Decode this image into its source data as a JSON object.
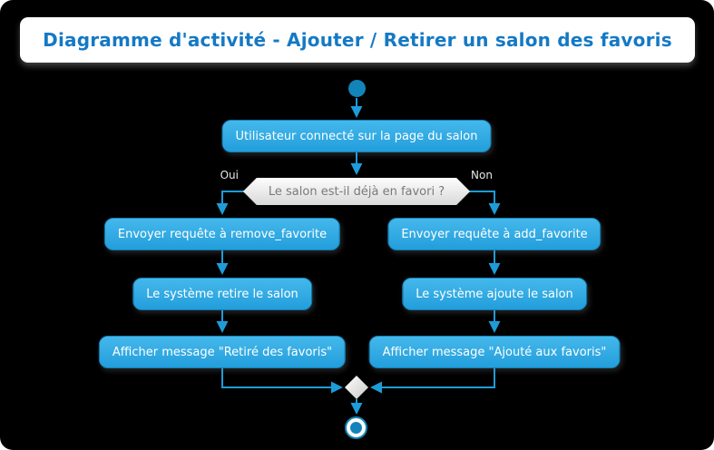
{
  "title": "Diagramme d'activité - Ajouter / Retirer un salon des favoris",
  "colors": {
    "title_text": "#1579C4",
    "activity_fill": "#229EDC",
    "activity_border": "#117FB4",
    "arrow": "#1E9CD9",
    "terminal": "#1284BA",
    "decision_fill": "#D9D9D9",
    "decision_text": "#7A7A7A",
    "branch_label": "#E6E6E6",
    "background": "#000000"
  },
  "diagram": {
    "first_action": "Utilisateur connecté sur la page du salon",
    "decision": "Le salon est-il déjà en favori ?",
    "branch_yes": "Oui",
    "branch_no": "Non",
    "left_branch": [
      "Envoyer requête à remove_favorite",
      "Le système retire le salon",
      "Afficher message \"Retiré des favoris\""
    ],
    "right_branch": [
      "Envoyer requête à add_favorite",
      "Le système ajoute le salon",
      "Afficher message \"Ajouté aux favoris\""
    ]
  }
}
